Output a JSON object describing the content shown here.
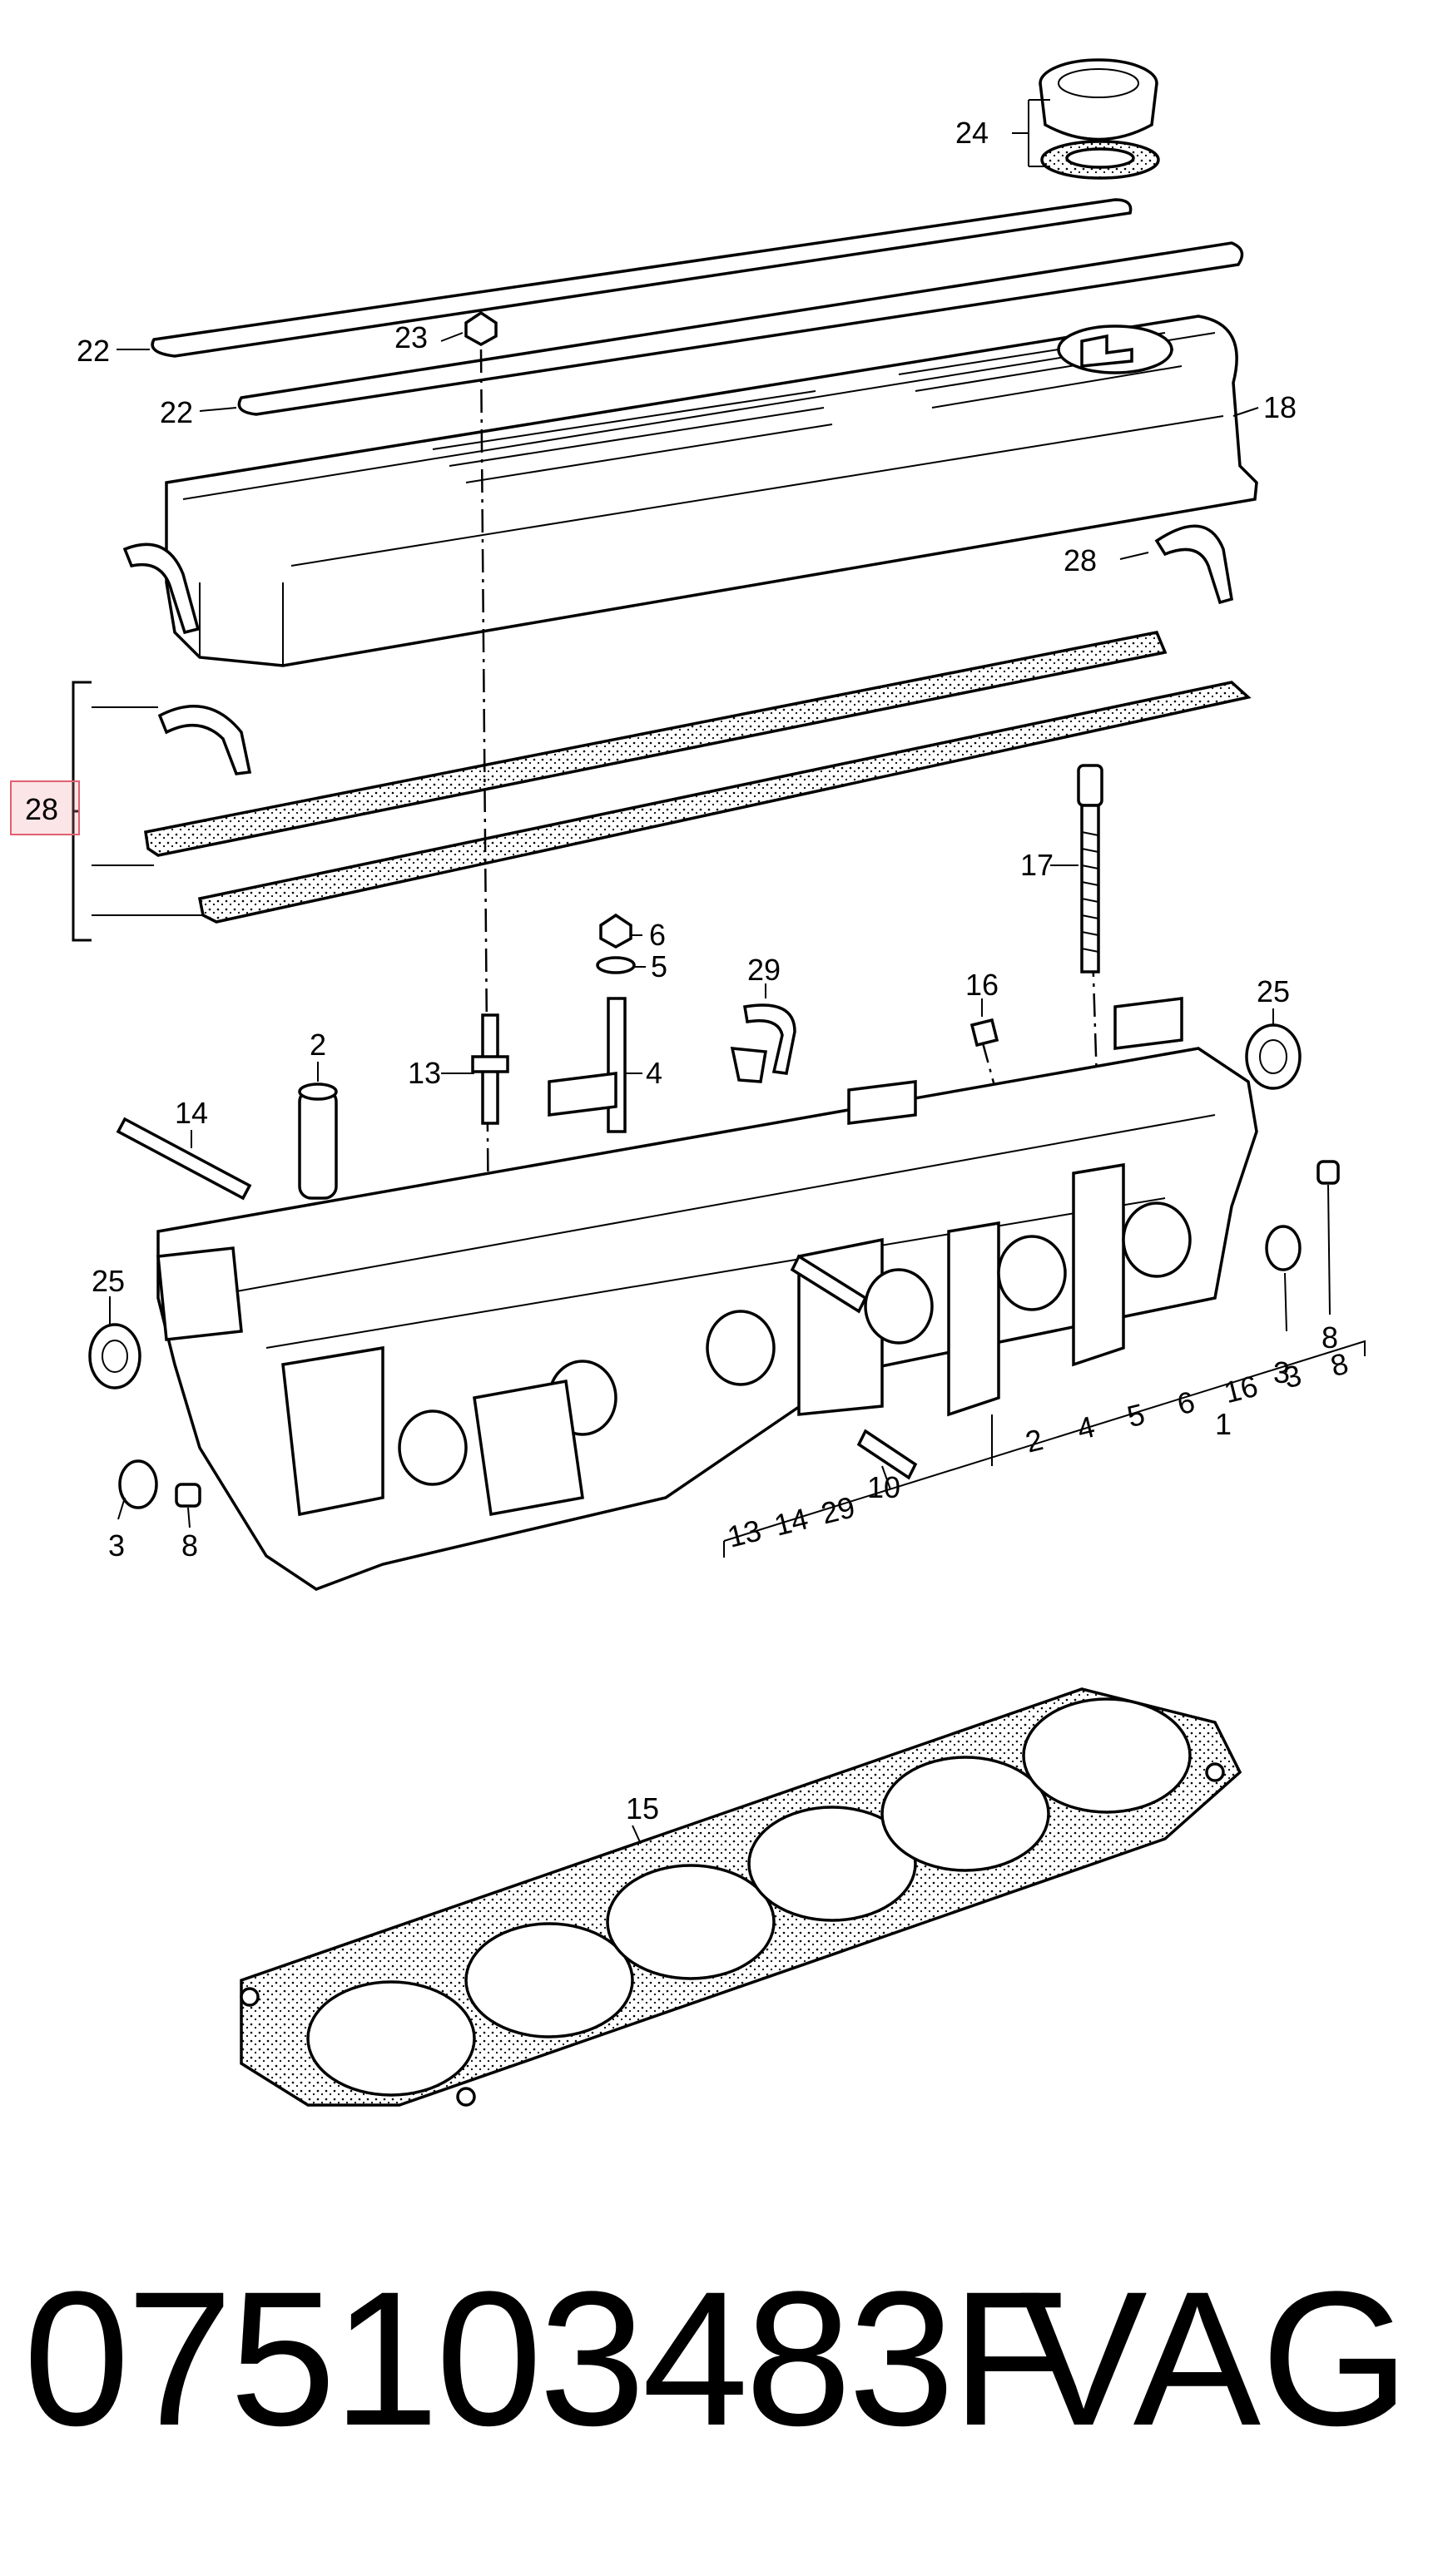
{
  "callouts": {
    "c1": "1",
    "c2": "2",
    "c3": "3",
    "c4": "4",
    "c5": "5",
    "c6": "6",
    "c8": "8",
    "c10": "10",
    "c13": "13",
    "c14": "14",
    "c15": "15",
    "c16": "16",
    "c17": "17",
    "c18": "18",
    "c22": "22",
    "c23": "23",
    "c24": "24",
    "c25": "25",
    "c28": "28",
    "c29": "29"
  },
  "group_list": [
    "2",
    "4",
    "5",
    "6",
    "16",
    "3",
    "8"
  ],
  "group_list_b": [
    "13",
    "14",
    "29",
    "10"
  ],
  "highlight": {
    "label": "28",
    "color": "#e06070"
  },
  "footer": {
    "part_number": "075103483F",
    "brand": "VAG"
  }
}
